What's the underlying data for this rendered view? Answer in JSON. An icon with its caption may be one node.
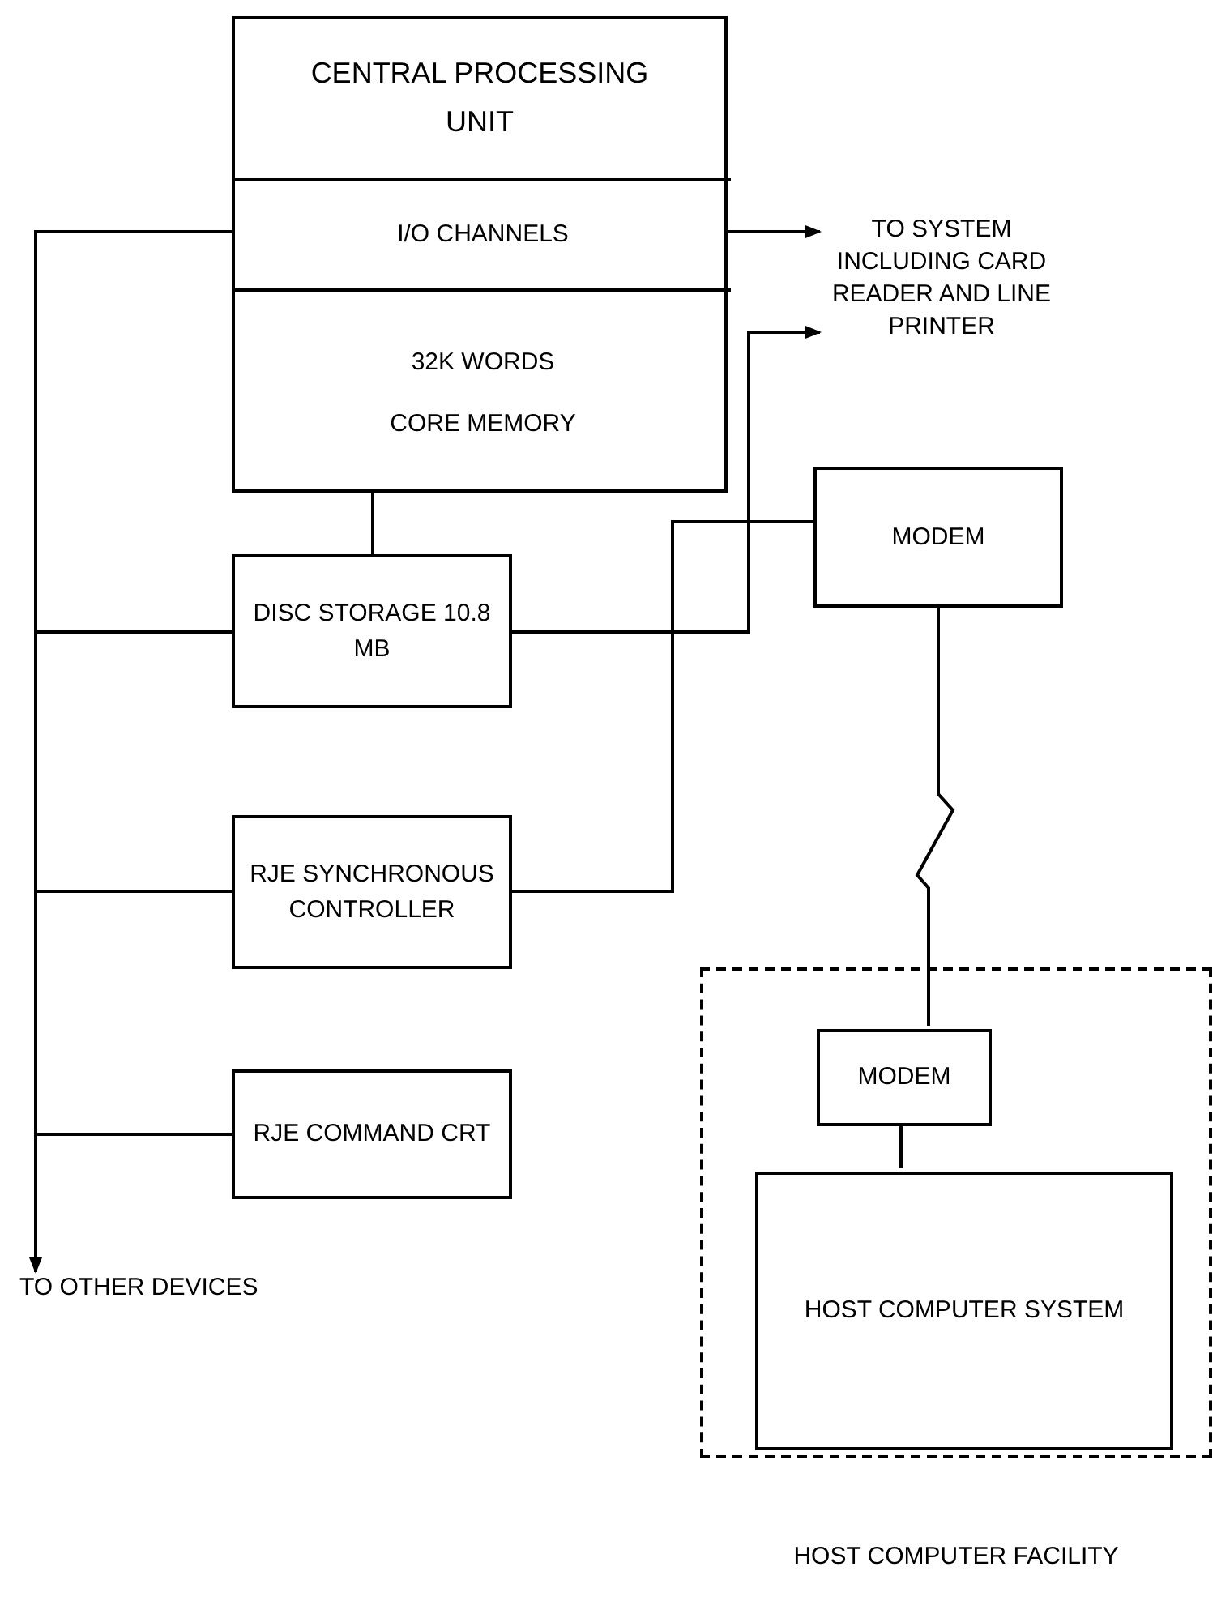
{
  "diagram": {
    "nodes": [
      {
        "text": [
          "CENTRAL PROCESSING UNIT"
        ]
      },
      {
        "text": [
          "I/O CHANNELS"
        ],
        "in": 0
      },
      {
        "text": [
          "32K WORDS",
          "CORE MEMORY"
        ],
        "in": 0
      },
      {
        "text": [
          "DISC STORAGE 10.8 MB"
        ]
      },
      {
        "text": [
          "RJE SYNCHRONOUS CONTROLLER"
        ]
      },
      {
        "text": [
          "RJE COMMAND CRT"
        ]
      },
      {
        "text": [
          "MODEM"
        ]
      },
      {
        "text": [
          "HOST COMPUTER FACILITY"
        ]
      },
      {
        "text": [
          "MODEM"
        ],
        "in": 7
      },
      {
        "text": [
          "HOST COMPUTER SYSTEM"
        ],
        "in": 7
      },
      {
        "text": [
          "TO SYSTEM INCLUDING CARD READER AND LINE PRINTER"
        ]
      },
      {
        "text": [
          "TO OTHER DEVICES"
        ]
      }
    ],
    "edges": [
      {
        "from": 1,
        "to": 10,
        "arrow": "to"
      },
      {
        "from": 3,
        "to": 10,
        "arrow": "to"
      },
      {
        "from": 2,
        "to": 3,
        "arrow": "none"
      },
      {
        "from": 1,
        "to": 11,
        "arrow": "to"
      },
      {
        "from": 1,
        "to": 3,
        "arrow": "none"
      },
      {
        "from": 1,
        "to": 4,
        "arrow": "none"
      },
      {
        "from": 1,
        "to": 5,
        "arrow": "none"
      },
      {
        "from": 4,
        "to": 6,
        "arrow": "none"
      },
      {
        "from": 6,
        "to": 8,
        "arrow": "none"
      },
      {
        "from": 8,
        "to": 9,
        "arrow": "none"
      }
    ]
  }
}
